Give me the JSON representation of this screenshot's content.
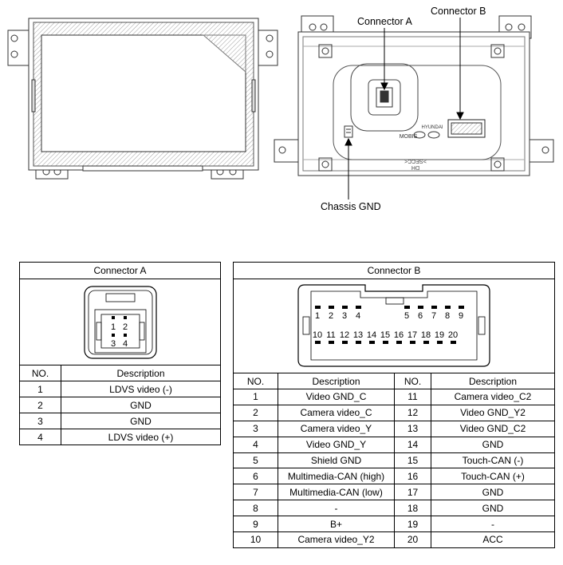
{
  "callouts": {
    "connector_a": "Connector A",
    "connector_b": "Connector B",
    "chassis_gnd": "Chassis GND"
  },
  "rear_markings": {
    "model": "MOBIS",
    "brand": "HYUNDAI",
    "text1": ">SECC<",
    "text2": "DH"
  },
  "connector_a": {
    "title": "Connector A",
    "col_no": "NO.",
    "col_desc": "Description",
    "pin_labels": [
      "1",
      "2",
      "3",
      "4"
    ],
    "rows": [
      {
        "no": "1",
        "desc": "LDVS video (-)"
      },
      {
        "no": "2",
        "desc": "GND"
      },
      {
        "no": "3",
        "desc": "GND"
      },
      {
        "no": "4",
        "desc": "LDVS video (+)"
      }
    ]
  },
  "connector_b": {
    "title": "Connector B",
    "col_no": "NO.",
    "col_desc": "Description",
    "pin_labels": [
      "1",
      "2",
      "3",
      "4",
      "5",
      "6",
      "7",
      "8",
      "9",
      "10",
      "11",
      "12",
      "13",
      "14",
      "15",
      "16",
      "17",
      "18",
      "19",
      "20"
    ],
    "rows": [
      {
        "no_l": "1",
        "desc_l": "Video GND_C",
        "no_r": "11",
        "desc_r": "Camera video_C2"
      },
      {
        "no_l": "2",
        "desc_l": "Camera video_C",
        "no_r": "12",
        "desc_r": "Video GND_Y2"
      },
      {
        "no_l": "3",
        "desc_l": "Camera video_Y",
        "no_r": "13",
        "desc_r": "Video GND_C2"
      },
      {
        "no_l": "4",
        "desc_l": "Video GND_Y",
        "no_r": "14",
        "desc_r": "GND"
      },
      {
        "no_l": "5",
        "desc_l": "Shield GND",
        "no_r": "15",
        "desc_r": "Touch-CAN (-)"
      },
      {
        "no_l": "6",
        "desc_l": "Multimedia-CAN (high)",
        "no_r": "16",
        "desc_r": "Touch-CAN (+)"
      },
      {
        "no_l": "7",
        "desc_l": "Multimedia-CAN (low)",
        "no_r": "17",
        "desc_r": "GND"
      },
      {
        "no_l": "8",
        "desc_l": "-",
        "no_r": "18",
        "desc_r": "GND"
      },
      {
        "no_l": "9",
        "desc_l": "B+",
        "no_r": "19",
        "desc_r": "-"
      },
      {
        "no_l": "10",
        "desc_l": "Camera video_Y2",
        "no_r": "20",
        "desc_r": "ACC"
      }
    ]
  }
}
